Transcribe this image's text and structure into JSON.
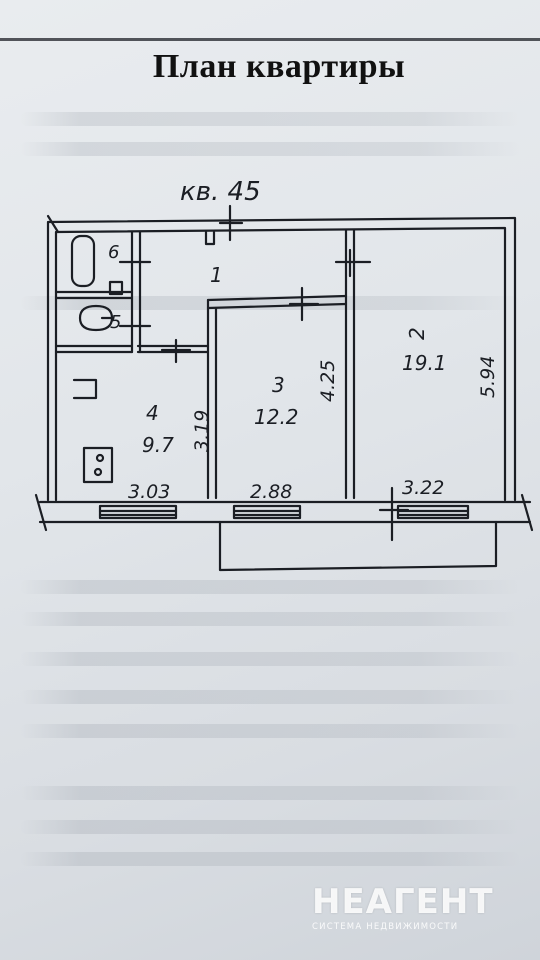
{
  "document": {
    "title": "План квартиры",
    "apartment_label": "кв. 45"
  },
  "rooms": [
    {
      "number": "1",
      "area": ""
    },
    {
      "number": "2",
      "area": "19.1"
    },
    {
      "number": "3",
      "area": "12.2"
    },
    {
      "number": "4",
      "area": "9.7"
    },
    {
      "number": "5",
      "area": ""
    },
    {
      "number": "6",
      "area": ""
    }
  ],
  "dimensions": {
    "kitchen_width": "3.03",
    "room3_width": "2.88",
    "room2_width": "3.22",
    "room2_length": "5.94",
    "room3_length": "4.25",
    "kitchen_length": "3.19"
  },
  "watermark": {
    "logo": "НЕАГЕНТ",
    "tagline": "СИСТЕМА НЕДВИЖИМОСТИ"
  },
  "colors": {
    "ink": "#1b1e24",
    "paper": "#e2e6ea",
    "watermark": "#ffffff"
  }
}
